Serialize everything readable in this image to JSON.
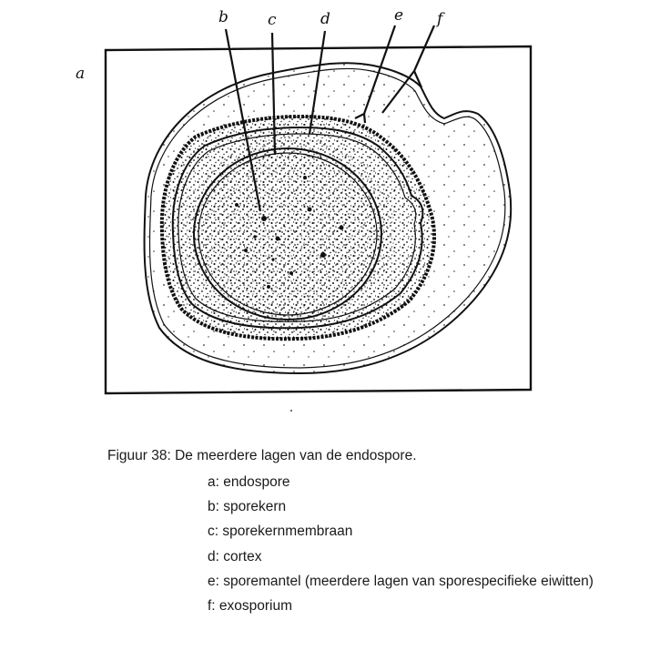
{
  "figure": {
    "panel_label": "a",
    "pointer_labels": [
      "b",
      "c",
      "d",
      "e",
      "f"
    ],
    "description": "Hand-drawn cross-section of a bacterial endospore showing concentric layers"
  },
  "caption": {
    "text": "Figuur 38: De meerdere lagen van de endospore."
  },
  "legend": {
    "items": [
      {
        "key": "a",
        "text": "a: endospore"
      },
      {
        "key": "b",
        "text": "b: sporekern"
      },
      {
        "key": "c",
        "text": "c: sporekernmembraan"
      },
      {
        "key": "d",
        "text": "d: cortex"
      },
      {
        "key": "e",
        "text": "e: sporemantel (meerdere lagen van sporespecifieke eiwitten)"
      },
      {
        "key": "f",
        "text": "f: exosporium"
      }
    ]
  },
  "colors": {
    "ink": "#111111",
    "paper": "#ffffff"
  }
}
